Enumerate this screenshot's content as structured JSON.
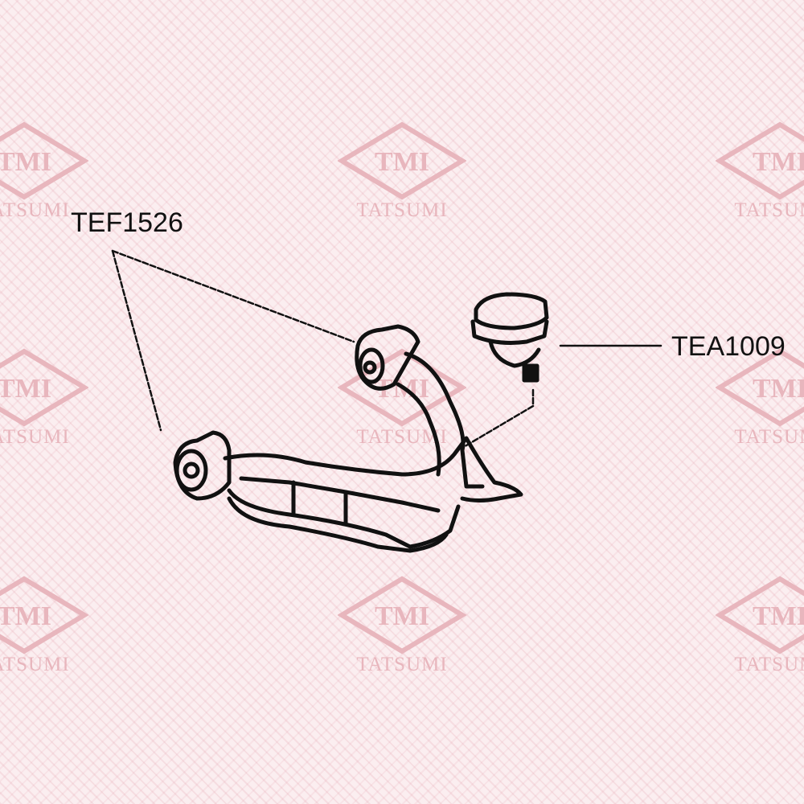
{
  "watermark": {
    "logo_text": "TMI",
    "brand": "TATSUMI",
    "color": "#e8b6bd"
  },
  "parts": [
    {
      "part_number": "TEF1526",
      "name": "control-arm"
    },
    {
      "part_number": "TEA1009",
      "name": "ball-joint"
    }
  ]
}
